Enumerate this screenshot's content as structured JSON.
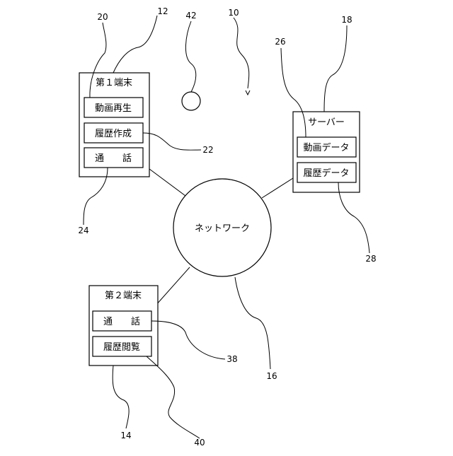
{
  "terminal1": {
    "title": "第１端末",
    "items": [
      "動画再生",
      "履歴作成",
      "通　　話"
    ]
  },
  "terminal2": {
    "title": "第２端末",
    "items": [
      "通　　話",
      "履歴閲覧"
    ]
  },
  "server": {
    "title": "サーバー",
    "items": [
      "動画データ",
      "履歴データ"
    ]
  },
  "network": {
    "label": "ネットワーク"
  },
  "refs": {
    "system": "10",
    "terminal1": "12",
    "terminal2": "14",
    "network": "16",
    "server": "18",
    "video_play": "20",
    "history_create": "22",
    "call1": "24",
    "video_data": "26",
    "history_data": "28",
    "call2": "38",
    "history_view": "40",
    "circle": "42"
  }
}
